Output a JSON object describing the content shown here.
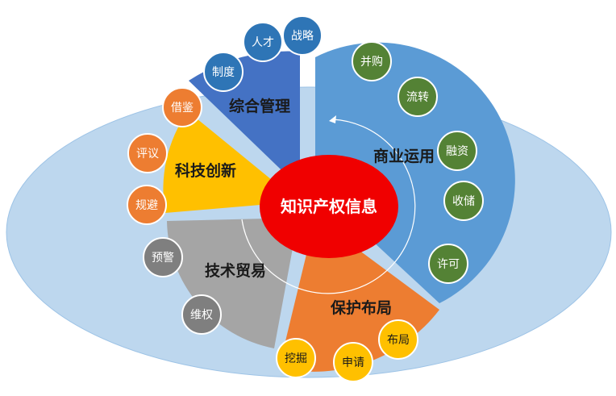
{
  "center": {
    "label": "知识产权信息",
    "color": "#f00000"
  },
  "colors": {
    "ellipse": "#bdd7ee",
    "ellipse_stroke": "#9dc3e6"
  },
  "segments": [
    {
      "id": "management",
      "label": "综合管理",
      "color": "#4472c4",
      "bubbleColor": "#2e75b6",
      "bubbles": [
        "战略",
        "人才",
        "制度"
      ]
    },
    {
      "id": "commercial",
      "label": "商业运用",
      "color": "#5b9bd5",
      "bubbleColor": "#548235",
      "bubbles": [
        "并购",
        "流转",
        "融资",
        "收储",
        "许可"
      ]
    },
    {
      "id": "protection",
      "label": "保护布局",
      "color": "#ed7d31",
      "bubbleColor": "#ffc000",
      "bubbles": [
        "布局",
        "申请",
        "挖掘"
      ]
    },
    {
      "id": "trade",
      "label": "技术贸易",
      "color": "#a5a5a5",
      "bubbleColor": "#7f7f7f",
      "bubbles": [
        "维权",
        "预警"
      ]
    },
    {
      "id": "innovation",
      "label": "科技创新",
      "color": "#ffc000",
      "bubbleColor": "#ed7d31",
      "bubbles": [
        "规避",
        "评议",
        "借鉴"
      ]
    }
  ]
}
